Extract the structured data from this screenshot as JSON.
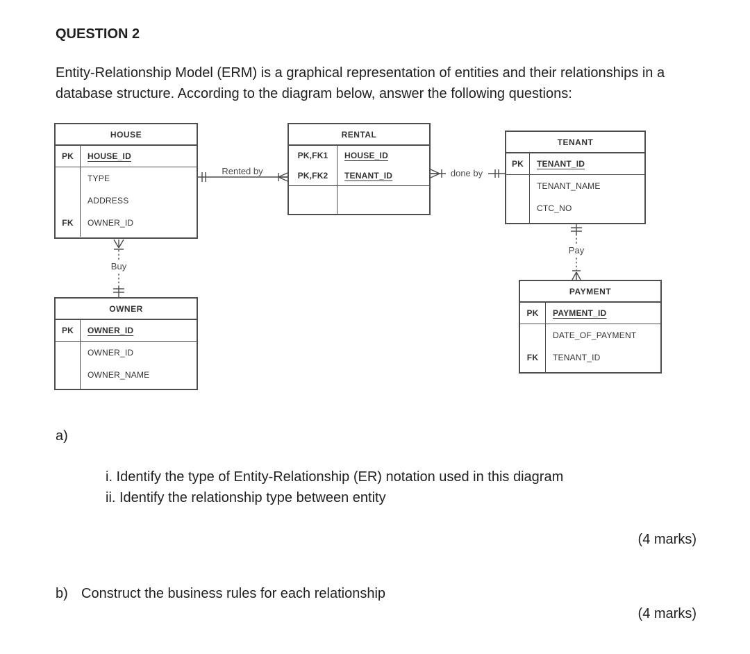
{
  "page": {
    "title": "QUESTION 2",
    "intro": "Entity-Relationship Model (ERM) is a graphical representation of entities and their relationships in a database structure. According to the diagram below, answer the following questions:"
  },
  "diagram": {
    "entities": [
      {
        "name": "HOUSE",
        "rows": [
          {
            "key": "PK",
            "attr": "HOUSE_ID",
            "is_pk": true
          },
          {
            "key": "",
            "attr": "TYPE"
          },
          {
            "key": "",
            "attr": "ADDRESS"
          },
          {
            "key": "FK",
            "attr": "OWNER_ID"
          }
        ]
      },
      {
        "name": "RENTAL",
        "rows": [
          {
            "key": "PK,FK1",
            "attr": "HOUSE_ID",
            "is_pk": true
          },
          {
            "key": "PK,FK2",
            "attr": "TENANT_ID",
            "is_pk": true
          }
        ]
      },
      {
        "name": "TENANT",
        "rows": [
          {
            "key": "PK",
            "attr": "TENANT_ID",
            "is_pk": true
          },
          {
            "key": "",
            "attr": "TENANT_NAME"
          },
          {
            "key": "",
            "attr": "CTC_NO"
          }
        ]
      },
      {
        "name": "OWNER",
        "rows": [
          {
            "key": "PK",
            "attr": "OWNER_ID",
            "is_pk": true
          },
          {
            "key": "",
            "attr": "OWNER_ID"
          },
          {
            "key": "",
            "attr": "OWNER_NAME"
          }
        ]
      },
      {
        "name": "PAYMENT",
        "rows": [
          {
            "key": "PK",
            "attr": "PAYMENT_ID",
            "is_pk": true
          },
          {
            "key": "",
            "attr": "DATE_OF_PAYMENT"
          },
          {
            "key": "FK",
            "attr": "TENANT_ID"
          }
        ]
      }
    ],
    "relationships": [
      {
        "label": "Rented by",
        "from": "HOUSE",
        "to": "RENTAL",
        "from_cardinality": "one and only one",
        "to_cardinality": "many",
        "line_style": "solid"
      },
      {
        "label": "done by",
        "from": "RENTAL",
        "to": "TENANT",
        "from_cardinality": "many",
        "to_cardinality": "one and only one",
        "line_style": "solid"
      },
      {
        "label": "Buy",
        "from": "OWNER",
        "to": "HOUSE",
        "from_cardinality": "one and only one",
        "to_cardinality": "many",
        "line_style": "dashed"
      },
      {
        "label": "Pay",
        "from": "TENANT",
        "to": "PAYMENT",
        "from_cardinality": "one and only one",
        "to_cardinality": "many",
        "line_style": "dashed"
      }
    ]
  },
  "questions": {
    "a": {
      "label": "a)",
      "items": [
        "i. Identify the type of Entity-Relationship (ER) notation used in this diagram",
        "ii. Identify the relationship type between entity"
      ],
      "marks": "(4 marks)"
    },
    "b": {
      "label": "b)",
      "text": "Construct the business rules for each relationship",
      "marks": "(4 marks)"
    }
  },
  "colors": {
    "line": "#4d4d4d",
    "ink": "#1f1f1f"
  }
}
